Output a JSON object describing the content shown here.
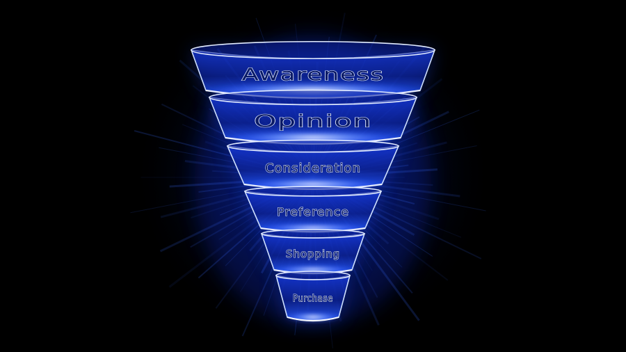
{
  "diagram": {
    "type": "funnel",
    "stages": [
      {
        "label": "Awareness"
      },
      {
        "label": "Opinion"
      },
      {
        "label": "Consideration"
      },
      {
        "label": "Preference"
      },
      {
        "label": "Shopping"
      },
      {
        "label": "Purchase"
      }
    ]
  },
  "colors": {
    "background": "#000000",
    "glow": "#1f4dff",
    "edge": "#cfe0ff",
    "body": "#0a1e8c"
  }
}
